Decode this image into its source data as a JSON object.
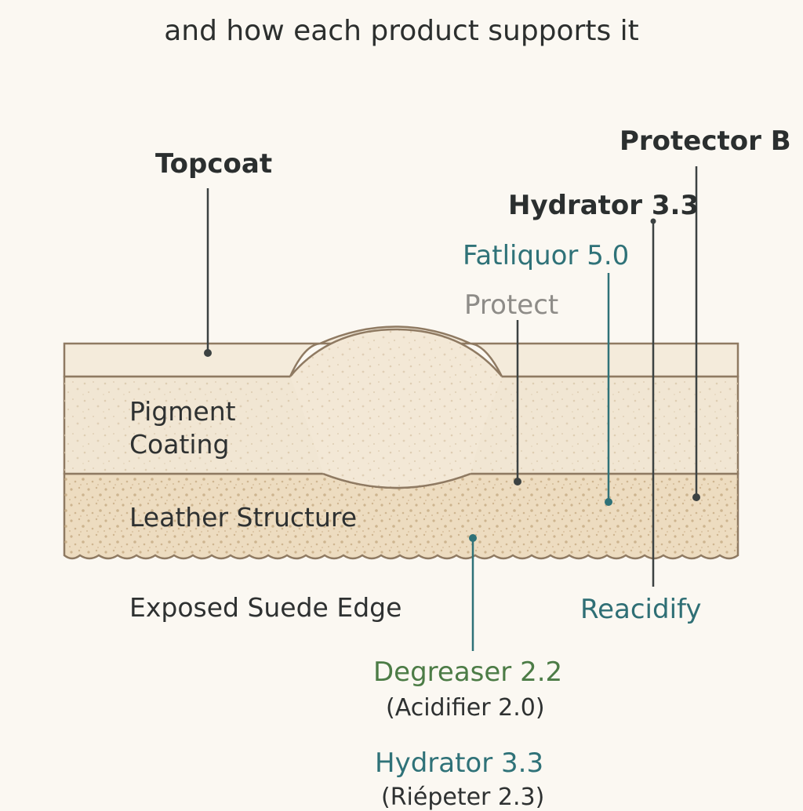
{
  "title": "and how each product supports it",
  "layers": {
    "topcoat": "Topcoat",
    "pigment_line1": "Pigment",
    "pigment_line2": "Coating",
    "leather": "Leather Structure",
    "edge": "Exposed Suede Edge"
  },
  "products": {
    "protector_b": "Protector B",
    "hydrator_top": "Hydrator 3.3",
    "fatliquor": "Fatliquor 5.0",
    "protect": "Protect",
    "reacidify": "Reacidify",
    "degreaser": "Degreaser 2.2",
    "acidifier": "(Acidifier 2.0)",
    "hydrator_bottom": "Hydrator 3.3",
    "riepeter": "(Riépeter 2.3)"
  },
  "colors": {
    "background": "#fbf8f2",
    "layer_outline": "#8f7a62",
    "topcoat_fill": "#f4ebdb",
    "pigment_fill": "#f1e6d3",
    "leather_fill": "#eddcc0",
    "teal": "#2f7278",
    "green": "#4c7c46",
    "dark": "#2b2f2f",
    "gray": "#8e8c88"
  }
}
